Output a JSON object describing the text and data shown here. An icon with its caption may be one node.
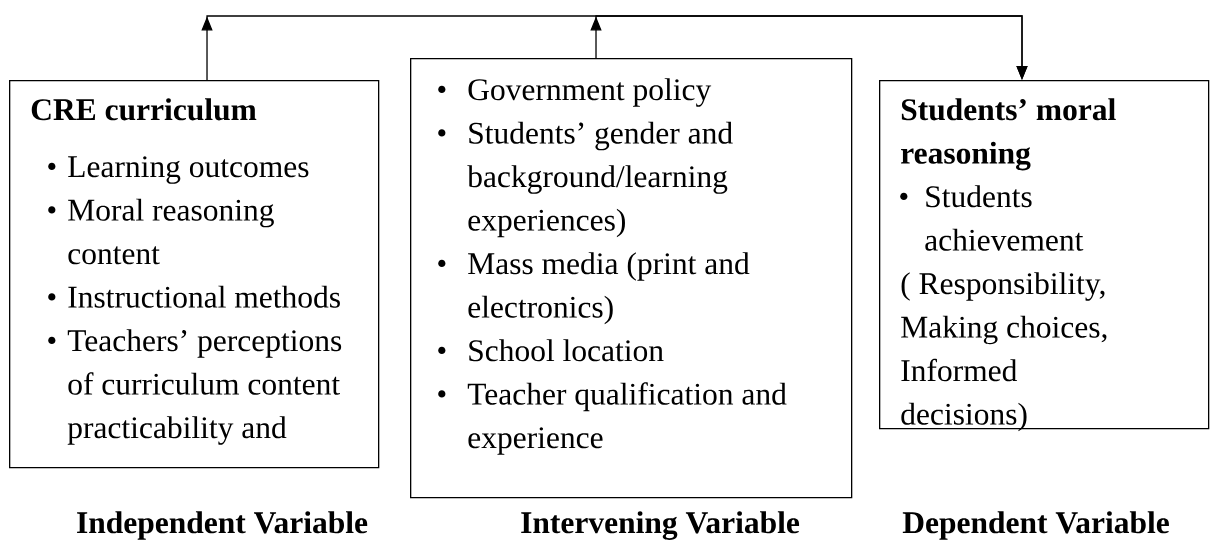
{
  "diagram": {
    "nodes": [
      {
        "text": [
          "CRE curriculum",
          "Learning outcomes",
          "Moral reasoning content",
          "Instructional methods",
          "Teachers’ perceptions of curriculum content practicability and"
        ],
        "beside": [
          "Independent Variable"
        ]
      },
      {
        "text": [
          "Government policy",
          "Students’ gender and background/learning experiences)",
          "Mass media (print and electronics)",
          "School location",
          "Teacher qualification and experience"
        ],
        "beside": [
          "Intervening Variable"
        ]
      },
      {
        "text": [
          "Students’ moral reasoning",
          "Students achievement",
          "( Responsibility, Making choices, Informed decisions)"
        ],
        "beside": [
          "Dependent Variable"
        ]
      }
    ],
    "edges": [
      {
        "from": 0,
        "to": 2,
        "arrow": "to"
      },
      {
        "from": 1,
        "to": 2,
        "arrow": "to"
      }
    ]
  }
}
